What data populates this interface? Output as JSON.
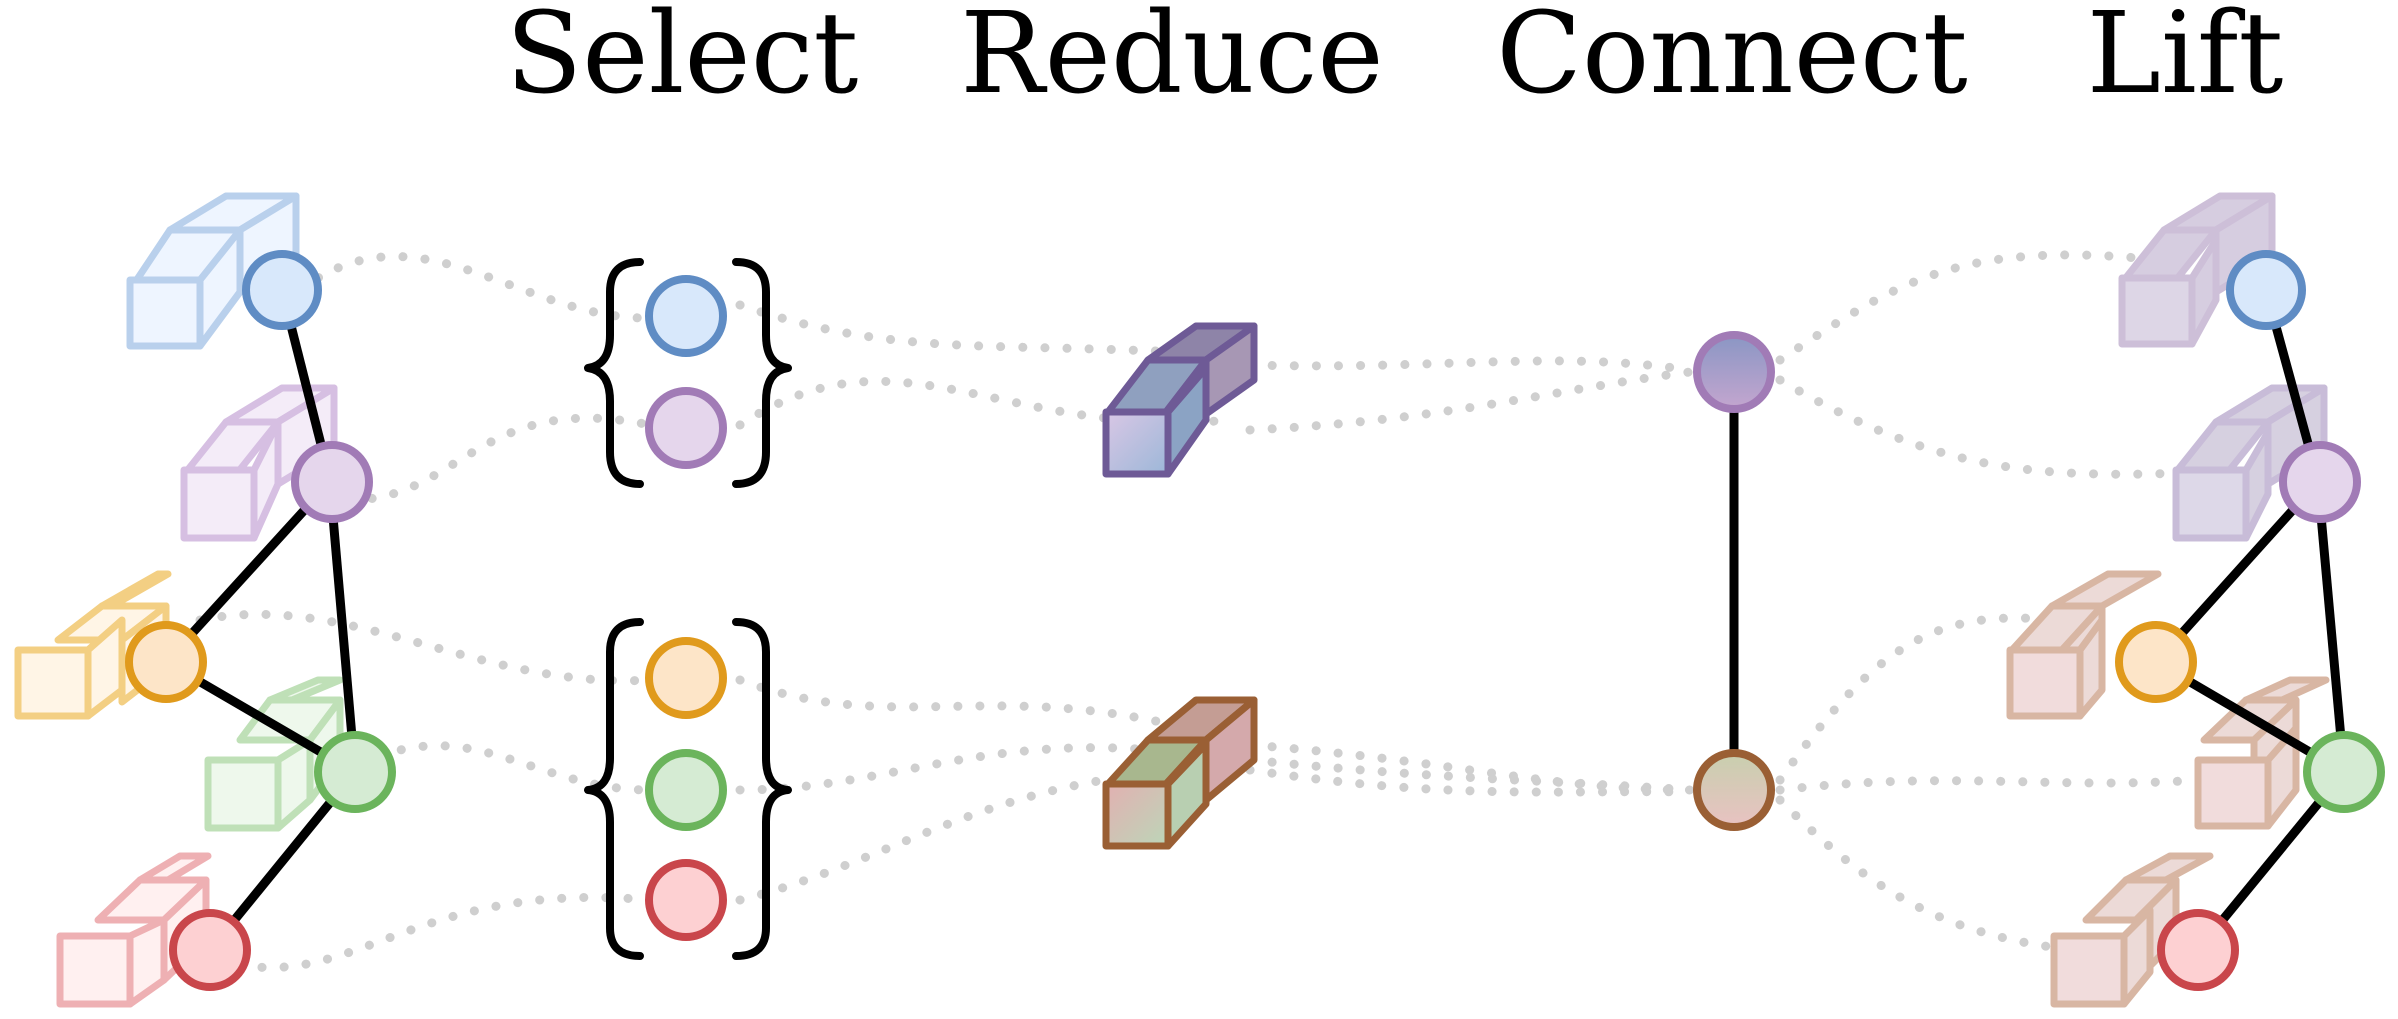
{
  "stages": {
    "select": "Select",
    "reduce": "Reduce",
    "connect": "Connect",
    "lift": "Lift"
  },
  "colors": {
    "blue": {
      "fill": "#d8e8fb",
      "stroke": "#5f8cc4",
      "cube_fill": "#eef5ff",
      "cube_stroke": "#b9d0ec"
    },
    "purple": {
      "fill": "#e5d6ec",
      "stroke": "#a17bb6",
      "cube_fill": "#f4ecf8",
      "cube_stroke": "#d6bfe2"
    },
    "orange": {
      "fill": "#fde5c8",
      "stroke": "#e09a1c",
      "cube_fill": "#fff5e6",
      "cube_stroke": "#f3cf83"
    },
    "green": {
      "fill": "#d5ebd3",
      "stroke": "#6bb45c",
      "cube_fill": "#eef8ec",
      "cube_stroke": "#bfe0b7"
    },
    "red": {
      "fill": "#fdd0d2",
      "stroke": "#c9464b",
      "cube_fill": "#fff0f0",
      "cube_stroke": "#eeb0b3"
    },
    "edge": "#000000",
    "dotted_link": "#cfcfcf"
  },
  "icons": [
    "graph-node",
    "feature-cube",
    "curly-brace",
    "dotted-link"
  ]
}
